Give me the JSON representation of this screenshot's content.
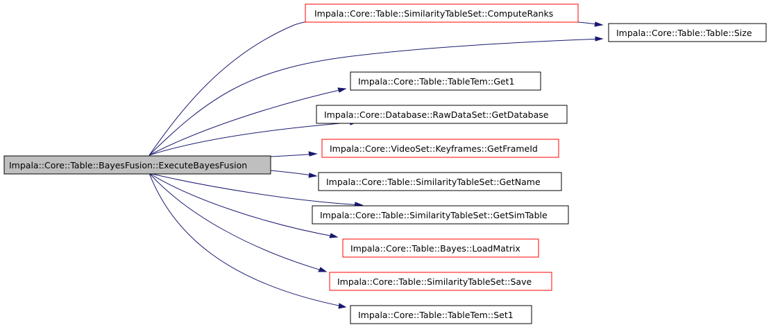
{
  "colors": {
    "edge": "#191970",
    "border_default": "#000000",
    "border_truncated": "#ff0000",
    "root_fill": "#bfbfbf",
    "background": "#ffffff"
  },
  "graph": {
    "root": {
      "id": "root",
      "label": "Impala::Core::Table::BayesFusion::ExecuteBayesFusion"
    },
    "nodes": [
      {
        "id": "compute_ranks",
        "label": "Impala::Core::Table::SimilarityTableSet::ComputeRanks",
        "border": "red"
      },
      {
        "id": "size",
        "label": "Impala::Core::Table::Table::Size",
        "border": "black"
      },
      {
        "id": "get1",
        "label": "Impala::Core::Table::TableTem::Get1",
        "border": "black"
      },
      {
        "id": "get_database",
        "label": "Impala::Core::Database::RawDataSet::GetDatabase",
        "border": "black"
      },
      {
        "id": "get_frame_id",
        "label": "Impala::Core::VideoSet::Keyframes::GetFrameId",
        "border": "red"
      },
      {
        "id": "get_name",
        "label": "Impala::Core::Table::SimilarityTableSet::GetName",
        "border": "black"
      },
      {
        "id": "get_sim_table",
        "label": "Impala::Core::Table::SimilarityTableSet::GetSimTable",
        "border": "black"
      },
      {
        "id": "load_matrix",
        "label": "Impala::Core::Table::Bayes::LoadMatrix",
        "border": "red"
      },
      {
        "id": "save",
        "label": "Impala::Core::Table::SimilarityTableSet::Save",
        "border": "red"
      },
      {
        "id": "set1",
        "label": "Impala::Core::Table::TableTem::Set1",
        "border": "black"
      }
    ],
    "edges": [
      {
        "from": "root",
        "to": "compute_ranks"
      },
      {
        "from": "root",
        "to": "size"
      },
      {
        "from": "compute_ranks",
        "to": "size"
      },
      {
        "from": "root",
        "to": "get1"
      },
      {
        "from": "root",
        "to": "get_database"
      },
      {
        "from": "root",
        "to": "get_frame_id"
      },
      {
        "from": "root",
        "to": "get_name"
      },
      {
        "from": "root",
        "to": "get_sim_table"
      },
      {
        "from": "root",
        "to": "load_matrix"
      },
      {
        "from": "root",
        "to": "save"
      },
      {
        "from": "root",
        "to": "set1"
      }
    ]
  }
}
